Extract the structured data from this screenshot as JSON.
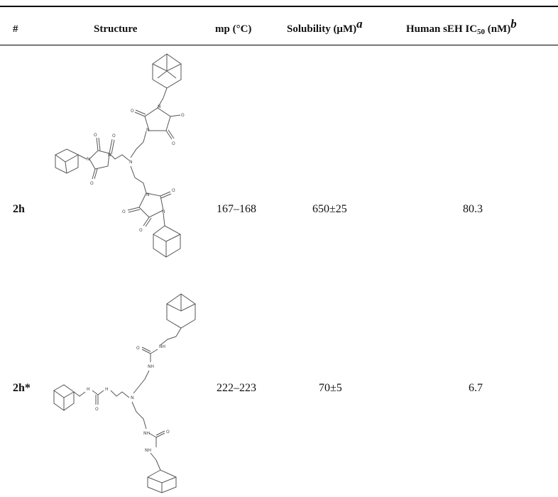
{
  "table": {
    "headers": {
      "num": "#",
      "structure": "Structure",
      "mp": "mp (°C)",
      "solubility": "Solubility (μM)",
      "solubility_note": "a",
      "ic50_prefix": "Human sEH IC",
      "ic50_sub": "50",
      "ic50_suffix": " (nM)",
      "ic50_note": "b"
    },
    "rows": [
      {
        "id": "2h",
        "mp": "167–168",
        "solubility": "650±25",
        "ic50": "80.3"
      },
      {
        "id": "2h*",
        "mp": "222–223",
        "solubility": "70±5",
        "ic50": "6.7"
      }
    ]
  },
  "structure_atom_labels": {
    "oxygen": "O",
    "nitrogen": "N",
    "amide_nh": "NH",
    "amine_h": "H"
  }
}
